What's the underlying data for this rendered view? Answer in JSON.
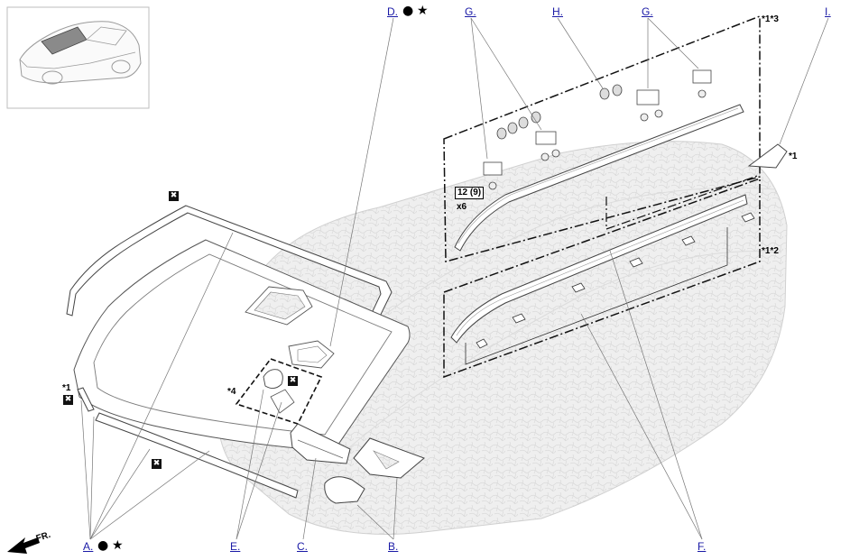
{
  "callouts": {
    "A": "A.",
    "B": "B.",
    "C": "C.",
    "D": "D.",
    "E": "E.",
    "F": "F.",
    "G1": "G.",
    "G2": "G.",
    "H": "H.",
    "I": "I."
  },
  "symbols": {
    "dot": "●",
    "star": "★",
    "no_reuse": "✖"
  },
  "notes": {
    "n1_left": "*1",
    "n1_right": "*1",
    "n4": "*4",
    "n13": "*1*3",
    "n12": "*1*2"
  },
  "torque": {
    "value": "12 (9)",
    "qty": "x6"
  },
  "direction": {
    "label": "FR."
  },
  "icons": [
    "vehicle-locator-icon",
    "front-direction-arrow-icon",
    "no-reuse-icon",
    "precoated-part-icon",
    "special-tool-star-icon"
  ]
}
